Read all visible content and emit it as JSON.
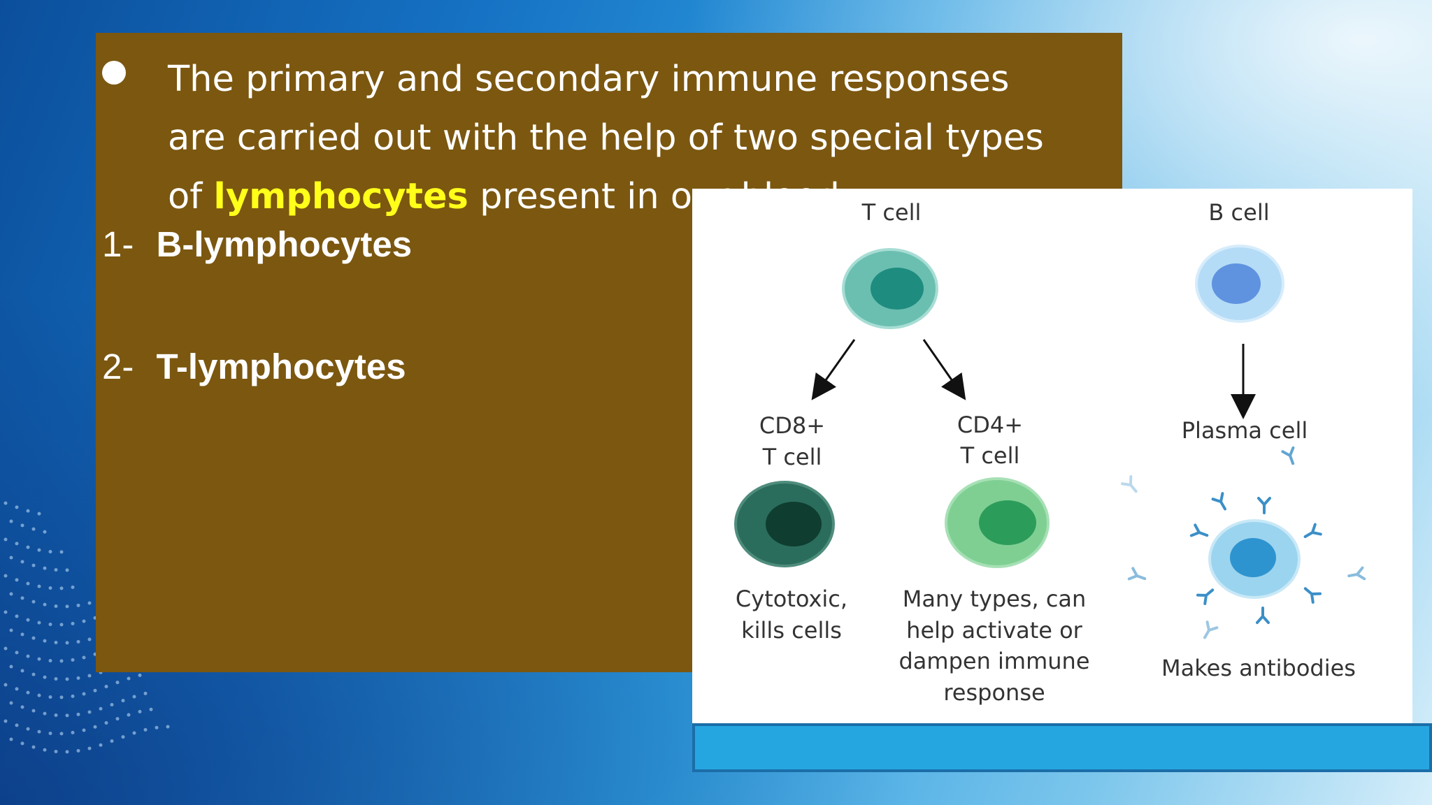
{
  "slide": {
    "bullet": {
      "text_before": "The primary and secondary immune responses are carried out with the help of two special types of ",
      "highlight": "lymphocytes",
      "text_after": " present in our blood."
    },
    "list": [
      {
        "number": "1-",
        "term": "B-lymphocytes"
      },
      {
        "number": "2-",
        "term": "T-lymphocytes"
      }
    ]
  },
  "diagram": {
    "t_cell_label": "T cell",
    "b_cell_label": "B cell",
    "cd8_label_line1": "CD8+",
    "cd8_label_line2": "T cell",
    "cd4_label_line1": "CD4+",
    "cd4_label_line2": "T cell",
    "plasma_label": "Plasma cell",
    "cd8_desc_line1": "Cytotoxic,",
    "cd8_desc_line2": "kills cells",
    "cd4_desc_line1": "Many types, can",
    "cd4_desc_line2": "help activate or",
    "cd4_desc_line3": "dampen immune",
    "cd4_desc_line4": "response",
    "plasma_desc": "Makes antibodies"
  },
  "colors": {
    "panel": "#7b5710",
    "highlight": "#ffff1a",
    "t_cell": "#5fb3a6",
    "cd8_cell": "#1f6b5a",
    "cd4_cell": "#6fcf8f",
    "b_cell": "#a9d4f2",
    "plasma_cell": "#4fb6e0",
    "strip": "#26a6e0"
  }
}
